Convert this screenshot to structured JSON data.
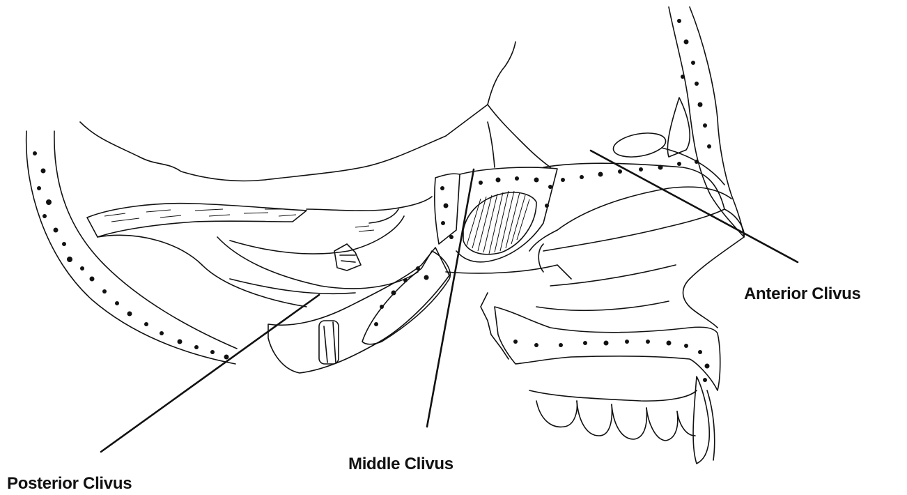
{
  "labels": {
    "anterior": "Anterior Clivus",
    "middle": "Middle Clivus",
    "posterior": "Posterior Clivus"
  }
}
